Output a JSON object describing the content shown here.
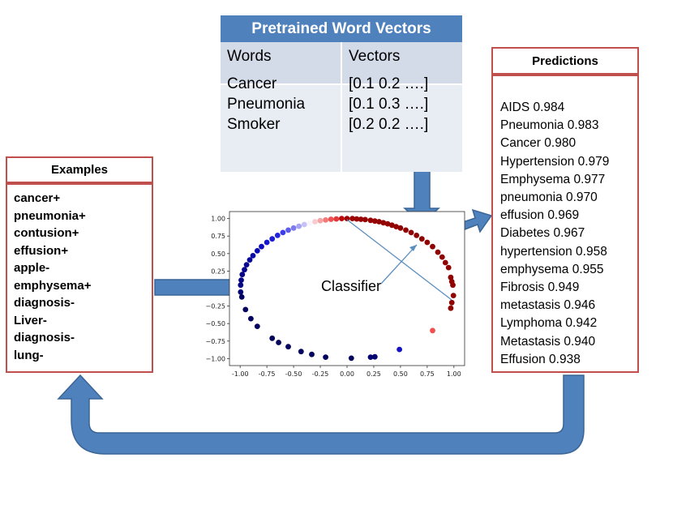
{
  "word_vectors": {
    "title": "Pretrained Word Vectors",
    "col_words": "Words",
    "col_vectors": "Vectors",
    "rows": [
      {
        "word": "Cancer",
        "vector": "[0.1 0.2 ….]"
      },
      {
        "word": "Pneumonia",
        "vector": "[0.1 0.3 ….]"
      },
      {
        "word": "Smoker",
        "vector": "[0.2 0.2 ….]"
      }
    ]
  },
  "examples": {
    "title": "Examples",
    "items": [
      "cancer+",
      "pneumonia+",
      "contusion+",
      "effusion+",
      "apple-",
      "emphysema+",
      "diagnosis-",
      "Liver-",
      "diagnosis-",
      "lung-"
    ]
  },
  "predictions": {
    "title": "Predictions",
    "items": [
      "AIDS 0.984",
      "Pneumonia 0.983",
      "Cancer 0.980",
      "Hypertension 0.979",
      "Emphysema 0.977",
      "pneumonia 0.970",
      "effusion 0.969",
      "Diabetes 0.967",
      "hypertension 0.958",
      "emphysema 0.955",
      "Fibrosis 0.949",
      "metastasis 0.946",
      "Lymphoma 0.942",
      "Metastasis 0.940",
      "Effusion 0.938"
    ]
  },
  "classifier_label": "Classifier",
  "colors": {
    "header_blue": "#4f81bd",
    "box_border": "#c0504d",
    "arrow_fill": "#4f81bd",
    "arrow_stroke": "#3a6595"
  },
  "chart_data": {
    "type": "scatter",
    "xlim": [
      -1.1,
      1.1
    ],
    "ylim": [
      -1.1,
      1.1
    ],
    "x_ticks": [
      "-1.00",
      "-0.75",
      "-0.50",
      "-0.25",
      "0.00",
      "0.25",
      "0.50",
      "0.75",
      "1.00"
    ],
    "y_ticks": [
      "1.00",
      "0.75",
      "0.50",
      "0.25",
      "−0.25",
      "−0.50",
      "−0.75",
      "−1.00"
    ],
    "points": [
      {
        "x": 0.0,
        "y": 1.0,
        "v": 0.95
      },
      {
        "x": 0.05,
        "y": 1.0,
        "v": 0.95
      },
      {
        "x": 0.09,
        "y": 0.995,
        "v": 0.96
      },
      {
        "x": 0.13,
        "y": 0.99,
        "v": 0.96
      },
      {
        "x": 0.17,
        "y": 0.985,
        "v": 0.97
      },
      {
        "x": 0.22,
        "y": 0.975,
        "v": 0.97
      },
      {
        "x": 0.26,
        "y": 0.965,
        "v": 0.97
      },
      {
        "x": 0.3,
        "y": 0.955,
        "v": 0.98
      },
      {
        "x": 0.34,
        "y": 0.94,
        "v": 0.98
      },
      {
        "x": 0.38,
        "y": 0.925,
        "v": 0.98
      },
      {
        "x": 0.42,
        "y": 0.905,
        "v": 0.98
      },
      {
        "x": 0.46,
        "y": 0.885,
        "v": 0.98
      },
      {
        "x": 0.5,
        "y": 0.865,
        "v": 0.99
      },
      {
        "x": 0.55,
        "y": 0.835,
        "v": 0.99
      },
      {
        "x": 0.6,
        "y": 0.8,
        "v": 0.99
      },
      {
        "x": 0.65,
        "y": 0.76,
        "v": 0.99
      },
      {
        "x": 0.7,
        "y": 0.71,
        "v": 0.99
      },
      {
        "x": 0.75,
        "y": 0.66,
        "v": 0.99
      },
      {
        "x": 0.8,
        "y": 0.6,
        "v": 0.99
      },
      {
        "x": 0.85,
        "y": 0.52,
        "v": 0.99
      },
      {
        "x": 0.89,
        "y": 0.45,
        "v": 0.99
      },
      {
        "x": 0.92,
        "y": 0.37,
        "v": 0.99
      },
      {
        "x": 0.95,
        "y": 0.3,
        "v": 0.99
      },
      {
        "x": 0.97,
        "y": 0.16,
        "v": 0.99
      },
      {
        "x": 0.98,
        "y": 0.1,
        "v": 0.99
      },
      {
        "x": 0.99,
        "y": 0.05,
        "v": 0.99
      },
      {
        "x": 0.995,
        "y": -0.1,
        "v": 0.99
      },
      {
        "x": 0.98,
        "y": -0.2,
        "v": 0.99
      },
      {
        "x": 0.97,
        "y": -0.28,
        "v": 0.99
      },
      {
        "x": 0.8,
        "y": -0.6,
        "v": 0.7
      },
      {
        "x": -0.05,
        "y": 1.0,
        "v": 0.85
      },
      {
        "x": -0.1,
        "y": 0.995,
        "v": 0.75
      },
      {
        "x": -0.15,
        "y": 0.99,
        "v": 0.7
      },
      {
        "x": -0.2,
        "y": 0.98,
        "v": 0.65
      },
      {
        "x": -0.25,
        "y": 0.97,
        "v": 0.6
      },
      {
        "x": -0.3,
        "y": 0.955,
        "v": 0.55
      },
      {
        "x": -0.35,
        "y": 0.935,
        "v": 0.5
      },
      {
        "x": -0.4,
        "y": 0.915,
        "v": 0.45
      },
      {
        "x": -0.45,
        "y": 0.89,
        "v": 0.42
      },
      {
        "x": -0.5,
        "y": 0.865,
        "v": 0.38
      },
      {
        "x": -0.55,
        "y": 0.835,
        "v": 0.35
      },
      {
        "x": -0.6,
        "y": 0.8,
        "v": 0.32
      },
      {
        "x": -0.65,
        "y": 0.76,
        "v": 0.28
      },
      {
        "x": -0.7,
        "y": 0.71,
        "v": 0.25
      },
      {
        "x": -0.75,
        "y": 0.66,
        "v": 0.22
      },
      {
        "x": -0.8,
        "y": 0.6,
        "v": 0.18
      },
      {
        "x": -0.84,
        "y": 0.54,
        "v": 0.15
      },
      {
        "x": -0.88,
        "y": 0.47,
        "v": 0.13
      },
      {
        "x": -0.91,
        "y": 0.41,
        "v": 0.11
      },
      {
        "x": -0.94,
        "y": 0.34,
        "v": 0.1
      },
      {
        "x": -0.96,
        "y": 0.27,
        "v": 0.09
      },
      {
        "x": -0.98,
        "y": 0.2,
        "v": 0.08
      },
      {
        "x": -0.99,
        "y": 0.12,
        "v": 0.08
      },
      {
        "x": -0.995,
        "y": 0.05,
        "v": 0.08
      },
      {
        "x": -0.995,
        "y": -0.05,
        "v": 0.05
      },
      {
        "x": -0.985,
        "y": -0.12,
        "v": 0.03
      },
      {
        "x": -0.95,
        "y": -0.3,
        "v": 0.02
      },
      {
        "x": -0.9,
        "y": -0.43,
        "v": 0.02
      },
      {
        "x": -0.84,
        "y": -0.54,
        "v": 0.02
      },
      {
        "x": -0.7,
        "y": -0.71,
        "v": 0.02
      },
      {
        "x": -0.64,
        "y": -0.77,
        "v": 0.02
      },
      {
        "x": -0.55,
        "y": -0.83,
        "v": 0.02
      },
      {
        "x": -0.43,
        "y": -0.9,
        "v": 0.02
      },
      {
        "x": -0.33,
        "y": -0.94,
        "v": 0.02
      },
      {
        "x": -0.2,
        "y": -0.98,
        "v": 0.02
      },
      {
        "x": 0.04,
        "y": -0.995,
        "v": 0.02
      },
      {
        "x": 0.22,
        "y": -0.98,
        "v": 0.05
      },
      {
        "x": 0.26,
        "y": -0.975,
        "v": 0.05
      },
      {
        "x": 0.49,
        "y": -0.87,
        "v": 0.2
      }
    ]
  }
}
